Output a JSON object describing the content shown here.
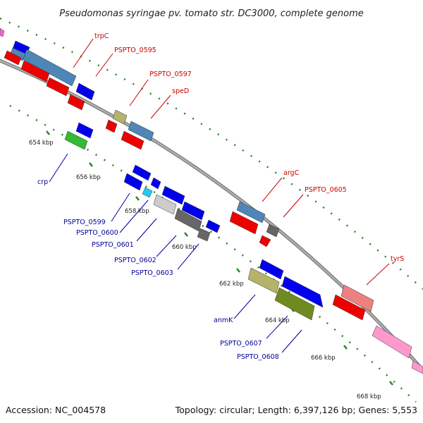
{
  "title": "Pseudomonas syringae pv. tomato str. DC3000, complete genome",
  "footer": {
    "accession": "Accession: NC_004578",
    "summary": "Topology: circular; Length: 6,397,126 bp; Genes: 5,553"
  },
  "colors": {
    "forward_cds": "#0000ee",
    "reverse_cds": "#ee0000",
    "steelblue_feature": "#4f86b8",
    "olive_feature": "#b5b36a",
    "green_feature": "#33bb33",
    "gray_feature": "#666666",
    "lightgray_feature": "#cccccc",
    "cyan_feature": "#22ccee",
    "darkgreen_feature": "#6f8a1e",
    "pink_feature": "#ff99cc",
    "salmon_feature": "#ee8080",
    "backbone": "#888888",
    "tick_dots": "#228822"
  },
  "kbp_ticks": [
    "654 kbp",
    "656 kbp",
    "658 kbp",
    "660 kbp",
    "662 kbp",
    "664 kbp",
    "666 kbp",
    "668 kbp"
  ],
  "gene_labels_top": [
    "trpC",
    "PSPTO_0595",
    "PSPTO_0597",
    "speD",
    "argC",
    "PSPTO_0605",
    "tyrS"
  ],
  "gene_labels_bottom": [
    "crp",
    "PSPTO_0599",
    "PSPTO_0600",
    "PSPTO_0601",
    "PSPTO_0602",
    "PSPTO_0603",
    "anmK",
    "PSPTO_0607",
    "PSPTO_0608"
  ]
}
